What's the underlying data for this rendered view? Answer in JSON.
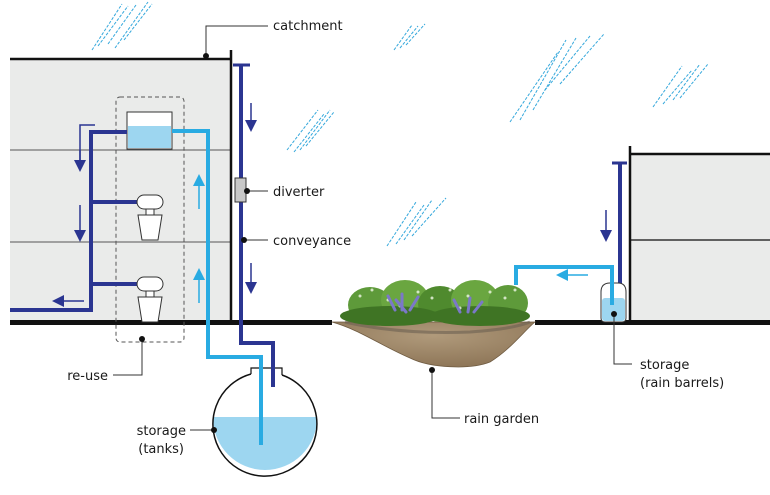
{
  "diagram": {
    "title": "Rainwater harvesting system",
    "labels": {
      "catchment": "catchment",
      "diverter": "diverter",
      "conveyance": "conveyance",
      "reuse": "re-use",
      "storage_tanks_1": "storage",
      "storage_tanks_2": "(tanks)",
      "rain_garden": "rain garden",
      "storage_barrels_1": "storage",
      "storage_barrels_2": "(rain barrels)"
    },
    "colors": {
      "dark_pipe": "#2b3591",
      "light_pipe": "#29abe2",
      "water": "#9dd6f0",
      "rain": "#35a8dc",
      "building": "#eaebea",
      "outline": "#111111",
      "soil": "#a38c6e",
      "plants": "#4f8a2e",
      "flowers": "#7b78c8"
    },
    "components": [
      "catchment roof",
      "downspout with diverter",
      "conveyance pipes",
      "indoor re-use (toilets)",
      "underground storage tank",
      "rain garden",
      "rain barrel"
    ]
  }
}
